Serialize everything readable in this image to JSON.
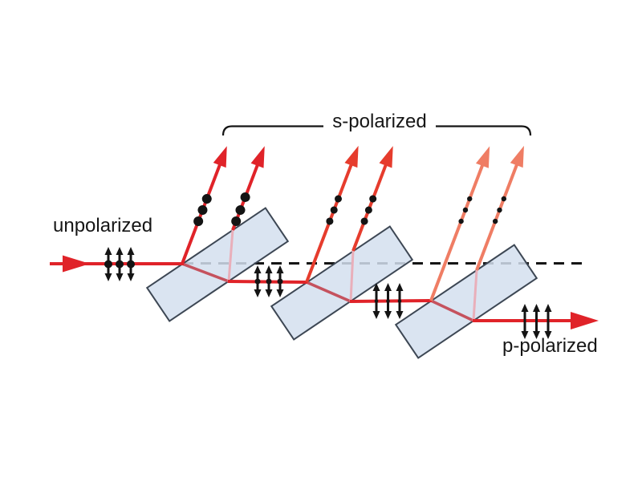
{
  "figure": {
    "title_labels": {
      "unpolarized": "unpolarized",
      "s_polarized": "s-polarized",
      "p_polarized": "p-polarized"
    },
    "colors": {
      "beam_red": "#e02329",
      "beam_red_pair2": "#e63c2d",
      "beam_salmon": "#ef7d64",
      "plate_fill": "#d3dfee",
      "plate_border": "#3d4754",
      "internal_ray": "#c5525e",
      "internal_reflection": "#e9afba",
      "marker_black": "#141414",
      "axis_dash": "#151515"
    }
  }
}
